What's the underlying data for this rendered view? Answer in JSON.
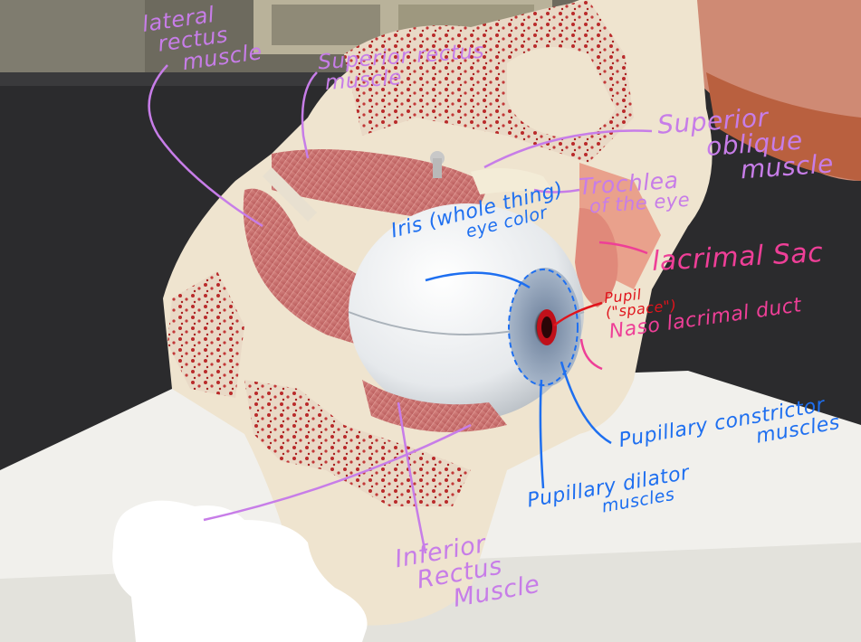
{
  "labels": {
    "lateral_rectus": [
      "lateral",
      "rectus",
      "muscle"
    ],
    "superior_rectus": [
      "Superior rectus",
      "muscle"
    ],
    "superior_oblique": [
      "Superior",
      "oblique",
      "muscle"
    ],
    "trochlea": [
      "Trochlea",
      "of the eye"
    ],
    "iris": [
      "Iris (whole thing)",
      "eye color"
    ],
    "lacrimal_sac": "lacrimal Sac",
    "pupil": [
      "Pupil",
      "(\"space\")"
    ],
    "nasolacrimal_duct": "Naso lacrimal duct",
    "pupillary_constrictor": [
      "Pupillary constrictor",
      "muscles"
    ],
    "pupillary_dilator": [
      "Pupillary dilator",
      "muscles"
    ],
    "inferior_rectus": [
      "Inferior",
      "Rectus",
      "Muscle"
    ]
  },
  "colors": {
    "purple_ink": "#c77de8",
    "blue_ink": "#1e6ff0",
    "pink_ink": "#ee3f97",
    "red_ink": "#e0141c",
    "muscle": "#c96a6a",
    "bone": "#efe6d2",
    "bench": "#2a2a2c"
  }
}
